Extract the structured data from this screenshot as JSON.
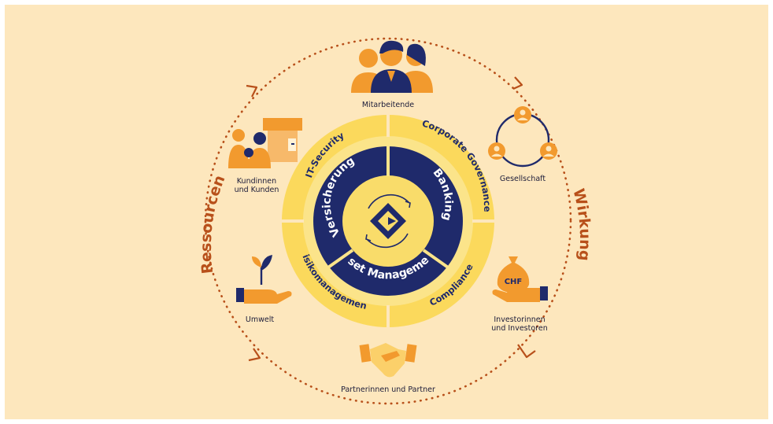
{
  "colors": {
    "background": "#fde7bd",
    "page": "#ffffff",
    "navy": "#1f2a6b",
    "yellow_ring": "#fbd95c",
    "yellow_light": "#fbe48a",
    "orange": "#f29a2e",
    "rust": "#b8501a",
    "center_disc": "#f9dc6a"
  },
  "cycle": {
    "left_label": "Ressourcen",
    "right_label": "Wirkung"
  },
  "core_segments": {
    "left": "Versicherung",
    "right": "Banking",
    "bottom": "Asset Management"
  },
  "outer_segments": {
    "top_left": "IT-Security",
    "top_right": "Corporate Governance",
    "bottom_left": "Risikomanagement",
    "bottom_right": "Compliance"
  },
  "stakeholders": {
    "top": "Mitarbeitende",
    "upper_left_line1": "Kundinnen",
    "upper_left_line2": "und Kunden",
    "upper_right": "Gesellschaft",
    "lower_left": "Umwelt",
    "lower_right_line1": "Investorinnen",
    "lower_right_line2": "und Investoren",
    "bottom": "Partnerinnen und Partner",
    "chf_label": "CHF"
  },
  "icons": [
    "people-group-icon",
    "family-shop-icon",
    "society-network-icon",
    "plant-hand-icon",
    "money-bag-hand-icon",
    "handshake-icon",
    "logo-icon",
    "refresh-arrows-icon"
  ]
}
